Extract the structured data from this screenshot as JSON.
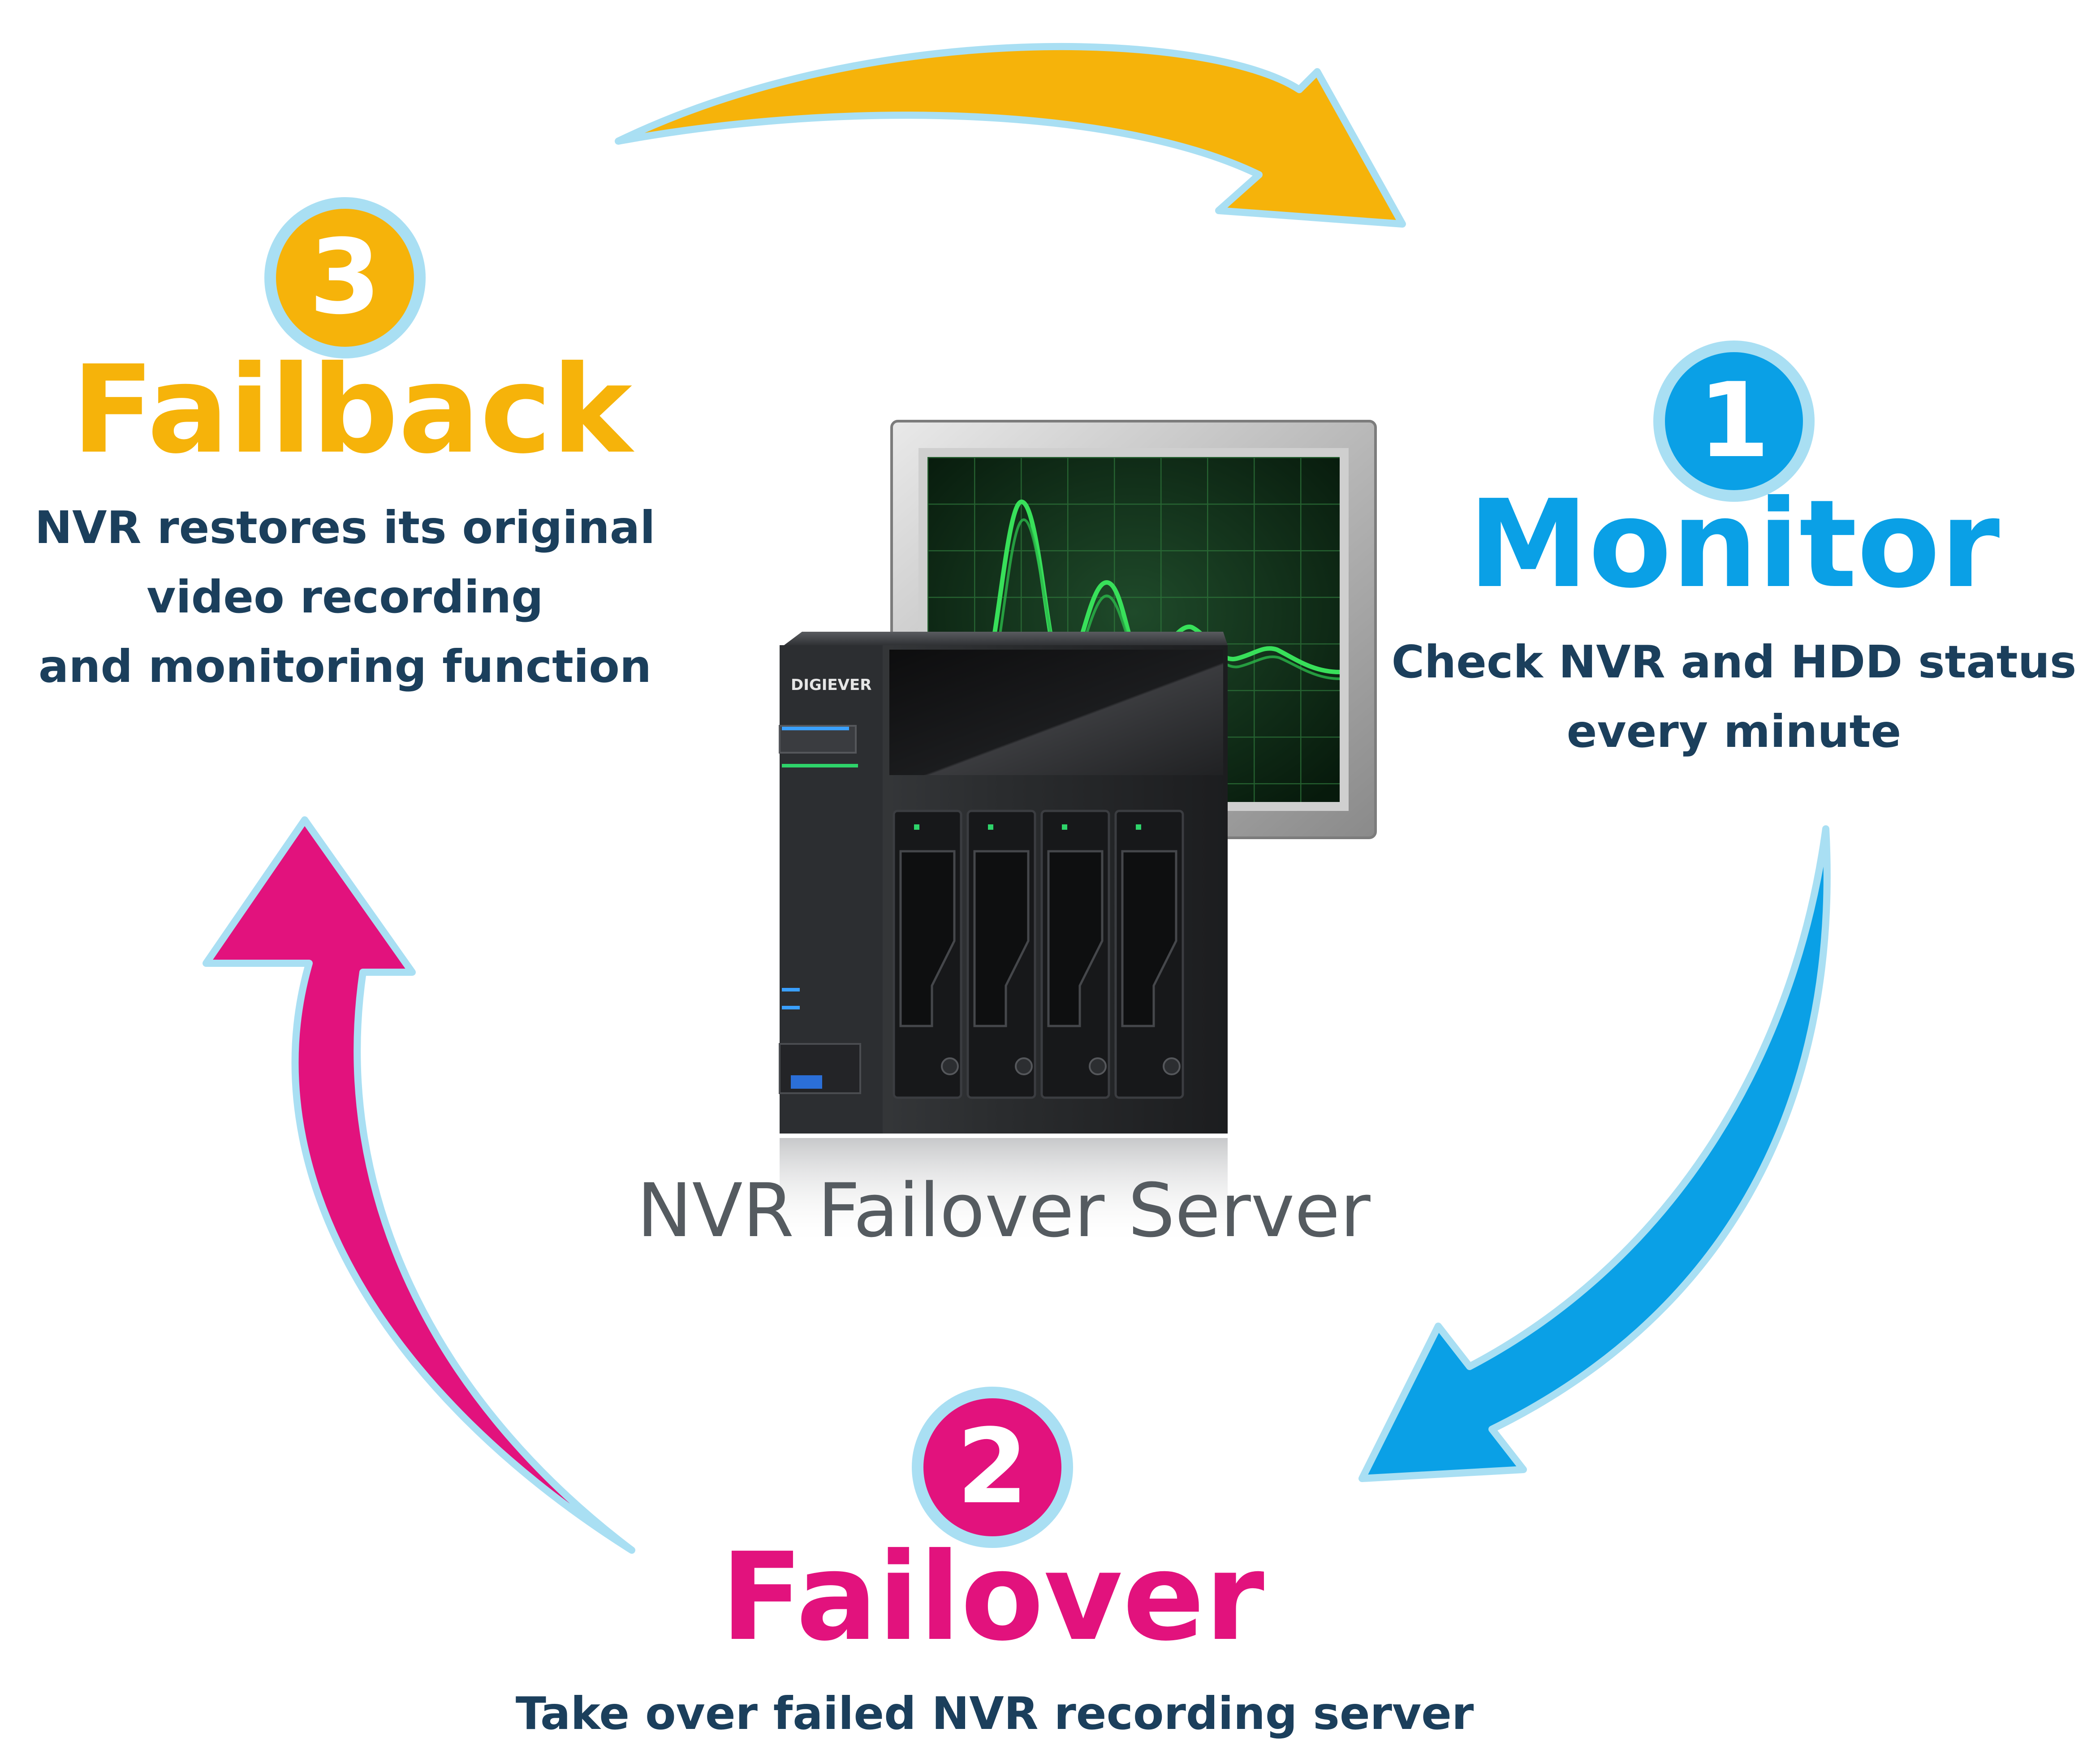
{
  "colors": {
    "monitor": "#0aa0e6",
    "failover": "#e2127d",
    "failback": "#f6b30a",
    "description": "#1b3f5c",
    "outline": "#a9dff3",
    "center_label": "#555b60"
  },
  "center": {
    "label": "NVR Failover Server",
    "device_brand": "DIGIEVER"
  },
  "steps": [
    {
      "number": "1",
      "title": "Monitor",
      "lines": [
        "Check NVR and HDD status",
        "every minute"
      ]
    },
    {
      "number": "2",
      "title": "Failover",
      "lines": [
        "Take over failed NVR recording server"
      ]
    },
    {
      "number": "3",
      "title": "Failback",
      "lines": [
        "NVR restores its original",
        "video recording",
        "and monitoring function"
      ]
    }
  ],
  "icons": {
    "device": "nvr-device-icon",
    "monitor_screen": "waveform-monitor-icon",
    "arrow_1": "curved-arrow-icon",
    "arrow_2": "curved-arrow-icon",
    "arrow_3": "curved-arrow-icon"
  }
}
